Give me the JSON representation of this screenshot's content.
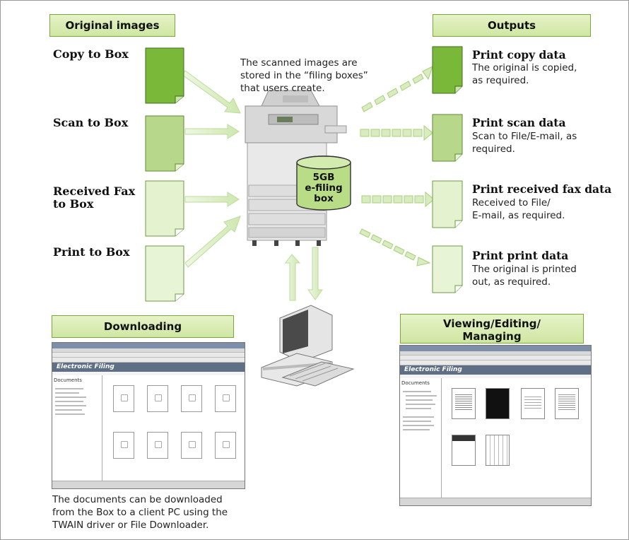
{
  "headers": {
    "original_images": "Original images",
    "outputs": "Outputs",
    "downloading": "Downloading",
    "viewing_line1": "Viewing/Editing/",
    "viewing_line2": "Managing"
  },
  "inputs": [
    {
      "line1": "Copy to Box",
      "line2": ""
    },
    {
      "line1": "Scan to Box",
      "line2": ""
    },
    {
      "line1": "Received Fax",
      "line2": "to Box"
    },
    {
      "line1": "Print to Box",
      "line2": ""
    }
  ],
  "center_note": [
    "The scanned images are",
    "stored in the “filing boxes”",
    "that users create."
  ],
  "efiling_box": [
    "5GB",
    "e-filing",
    "box"
  ],
  "outputs": [
    {
      "title": "Print copy data",
      "desc": [
        "The original is copied,",
        "as required."
      ]
    },
    {
      "title": "Print scan data",
      "desc": [
        "Scan to File/E-mail, as",
        "required."
      ]
    },
    {
      "title": "Print received fax data",
      "desc": [
        "Received to File/",
        "E-mail, as required."
      ]
    },
    {
      "title": "Print print data",
      "desc": [
        "The original is printed",
        "out, as required."
      ]
    }
  ],
  "download_note": [
    "The documents can be downloaded",
    "from the Box to a client PC using the",
    "TWAIN driver or File Downloader."
  ],
  "screenshot_app_title": "Electronic Filing",
  "screenshot_sidebar_title": "Documents",
  "colors": {
    "header_fill": "#d6ebb0",
    "header_border": "#7aa83a",
    "doc_dark": "#7ab83a",
    "doc_mid": "#b7d88a",
    "doc_light": "#e4f2cf",
    "arrow": "#d8ecbf"
  }
}
